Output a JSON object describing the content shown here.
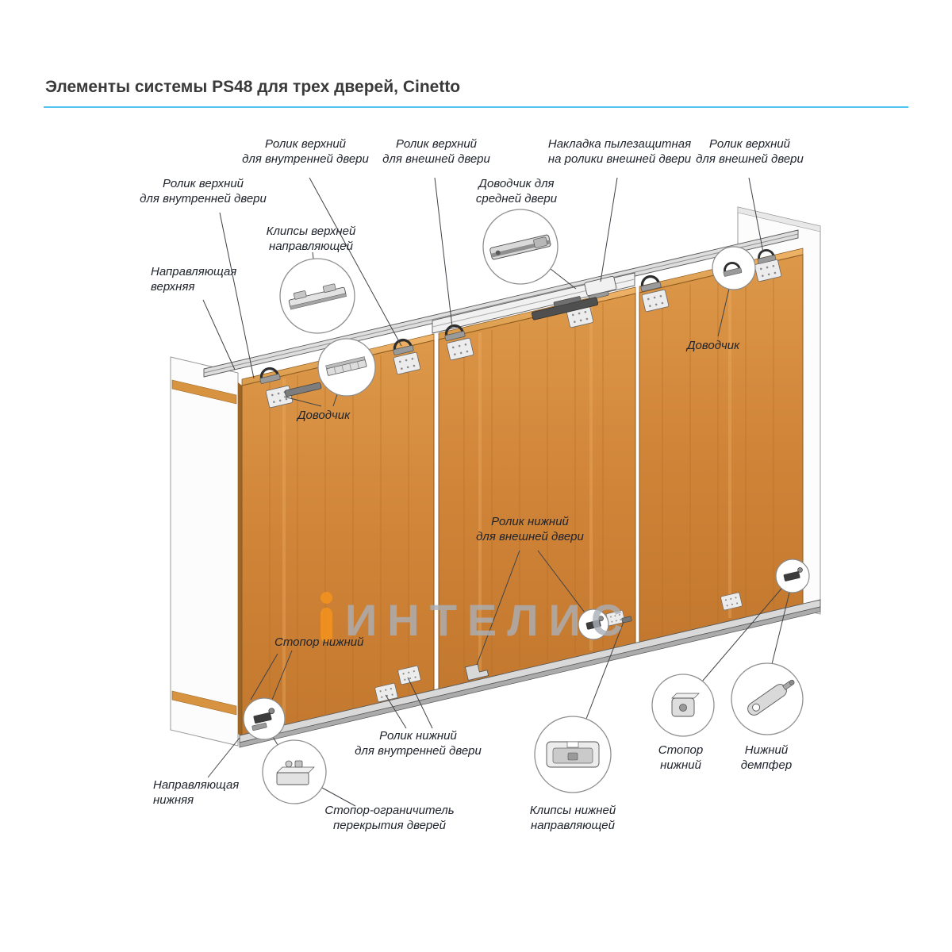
{
  "page": {
    "title": "Элементы системы PS48 для трех дверей, Cinetto"
  },
  "watermark": {
    "text": "ИНТЕЛИС"
  },
  "colors": {
    "accent_rule": "#4ec4ee",
    "wood": "#d08438",
    "watermark_accent": "#f7941d",
    "watermark_gray": "#aab0b8",
    "label_text": "#20242c"
  },
  "labels": {
    "top_roller_inner_top": "Ролик верхний\nдля внутренней двери",
    "top_roller_outer_left": "Ролик верхний\nдля внешней двери",
    "dust_cover": "Накладка пылезащитная\nна ролики внешней двери",
    "top_roller_outer_right": "Ролик верхний\nдля внешней двери",
    "top_roller_inner_left": "Ролик верхний\nдля внутренней двери",
    "closer_middle": "Доводчик для\nсредней двери",
    "top_rail_clips": "Клипсы верхней\nнаправляющей",
    "top_rail": "Направляющая\nверхняя",
    "closer_left": "Доводчик",
    "closer_right": "Доводчик",
    "bottom_roller_outer": "Ролик нижний\nдля внешней двери",
    "bottom_stop_left": "Стопор нижний",
    "bottom_roller_inner": "Ролик нижний\nдля внутренней двери",
    "bottom_rail": "Направляющая\nнижняя",
    "overlap_stop": "Стопор-ограничитель\nперекрытия дверей",
    "bottom_rail_clips": "Клипсы нижней\nнаправляющей",
    "bottom_stop_right": "Стопор\nнижний",
    "bottom_damper": "Нижний\nдемпфер"
  }
}
